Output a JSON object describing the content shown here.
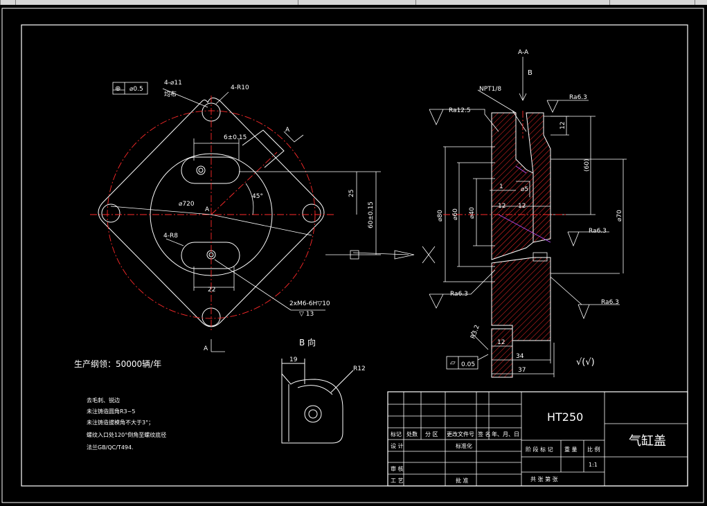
{
  "title": "气缸盖",
  "material": "HT250",
  "production_note": "生产纲领：50000辆/年",
  "tech_requirements": [
    "去毛刺、锐边",
    "未注铸造圆角R3~5",
    "未注铸造拔模角不大于3°；",
    "螺纹入口处120°倒角至螺纹底径",
    "法兰GB/QC/T494."
  ],
  "views": {
    "section_label": "A-A",
    "view_b_label": "B 向",
    "b_arrow_label": "B",
    "a_label": "A"
  },
  "front_view_dims": {
    "position_tol": "⌀0.5",
    "holes": "4-⌀11",
    "holes_note": "均布",
    "corner_radius": "4-R10",
    "slot_width": "6±0.15",
    "pcd": "⌀720",
    "center_mark": "A",
    "angle": "45°",
    "slot_radius": "4-R8",
    "slot_length": "22",
    "thread": "2xM6-6H▽10",
    "thread_depth": "▽ 13",
    "dim_25": "25",
    "dim_60": "60±0.15"
  },
  "section_dims": {
    "npt": "NPT1/8",
    "ra125": "Ra12.5",
    "ra63": "Ra6.3",
    "d80": "⌀80",
    "d60": "⌀60",
    "d40": "⌀40",
    "d70": "⌀70",
    "h60": "(60)",
    "w12": "12",
    "w1": "1",
    "w5": "⌀5",
    "w34": "34",
    "w37": "37",
    "flatness": "0.05",
    "rz": "R3.2",
    "rough_general": "√(√)"
  },
  "view_b_dims": {
    "w19": "19",
    "r12": "R12"
  },
  "title_block": {
    "rev_headers": [
      "标记",
      "处数",
      "分 区",
      "更改文件号",
      "签 名",
      "年、月、日"
    ],
    "design": "设 计",
    "standardization": "标准化",
    "review": "审 核",
    "process": "工 艺",
    "approve": "批 准",
    "stage_headers": [
      "阶 段 标 记",
      "重 量",
      "比 例"
    ],
    "scale": "1:1",
    "sheets": "共    张  第    张"
  },
  "colors": {
    "line": "#ffffff",
    "center": "#ff2a2a",
    "hatch": "#ff2a2a",
    "construction": "#c050ff"
  }
}
